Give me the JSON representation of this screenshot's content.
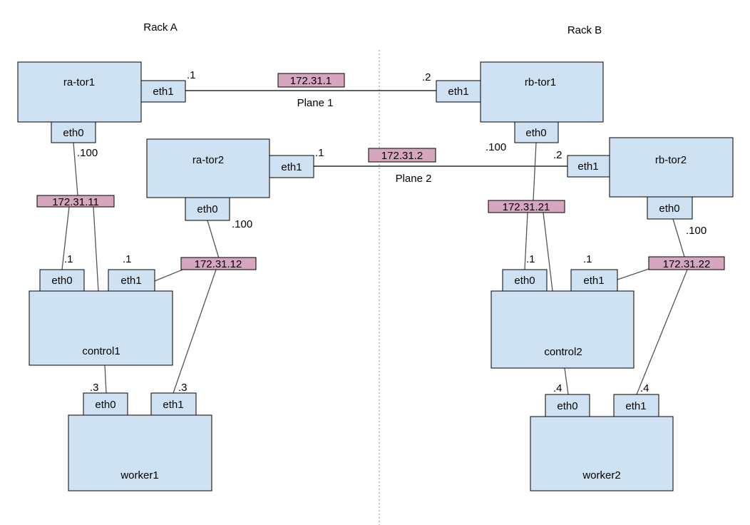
{
  "racks": {
    "a": "Rack A",
    "b": "Rack B"
  },
  "planes": {
    "p1": "Plane 1",
    "p2": "Plane 2"
  },
  "nodes": {
    "ra_tor1": "ra-tor1",
    "ra_tor2": "ra-tor2",
    "rb_tor1": "rb-tor1",
    "rb_tor2": "rb-tor2",
    "control1": "control1",
    "control2": "control2",
    "worker1": "worker1",
    "worker2": "worker2"
  },
  "interfaces": {
    "eth0": "eth0",
    "eth1": "eth1"
  },
  "subnets": {
    "plane1": "172.31.1",
    "plane2": "172.31.2",
    "s11": "172.31.11",
    "s12": "172.31.12",
    "s21": "172.31.21",
    "s22": "172.31.22"
  },
  "hosts": {
    "h1": ".1",
    "h2": ".2",
    "h3": ".3",
    "h4": ".4",
    "h100": ".100"
  },
  "colors": {
    "node": "#cfe2f3",
    "subnet": "#d5a6bd",
    "divider": "#888888"
  }
}
